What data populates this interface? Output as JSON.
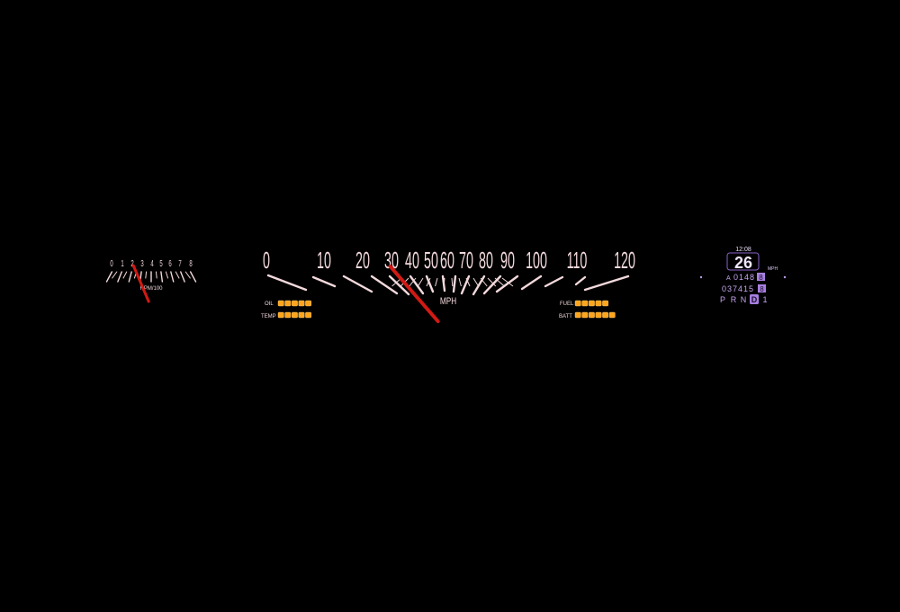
{
  "tachometer": {
    "ticks": [
      "0",
      "1",
      "2",
      "3",
      "4",
      "5",
      "6",
      "7",
      "8"
    ],
    "unit_label": "RPM/100",
    "needle_value": 2.2
  },
  "speedometer": {
    "ticks": [
      "0",
      "10",
      "20",
      "30",
      "40",
      "50",
      "60",
      "70",
      "80",
      "90",
      "100",
      "110",
      "120"
    ],
    "unit_label": "MPH",
    "needle_value": 32
  },
  "gauges_left": [
    {
      "label": "OIL",
      "segments_lit": 5,
      "segments_total": 5
    },
    {
      "label": "TEMP",
      "segments_lit": 5,
      "segments_total": 5
    }
  ],
  "gauges_right": [
    {
      "label": "FUEL",
      "segments_lit": 5,
      "segments_total": 5
    },
    {
      "label": "BATT",
      "segments_lit": 6,
      "segments_total": 6
    }
  ],
  "info_display": {
    "clock": "12:08",
    "speed": "26",
    "speed_unit": "MPH",
    "trip_prefix": "A",
    "trip": "0148",
    "trip_decimal": "8",
    "odometer": "037415",
    "odometer_decimal": "8",
    "gears": [
      "P",
      "R",
      "N",
      "D",
      "1"
    ],
    "selected_gear": "D"
  },
  "colors": {
    "label_pink": "#f3d9dc",
    "needle_red": "#d11a14",
    "segment_amber": "#ffa51c",
    "lcd_purple": "#c6a6ee",
    "lcd_highlight": "#a77fe0"
  }
}
